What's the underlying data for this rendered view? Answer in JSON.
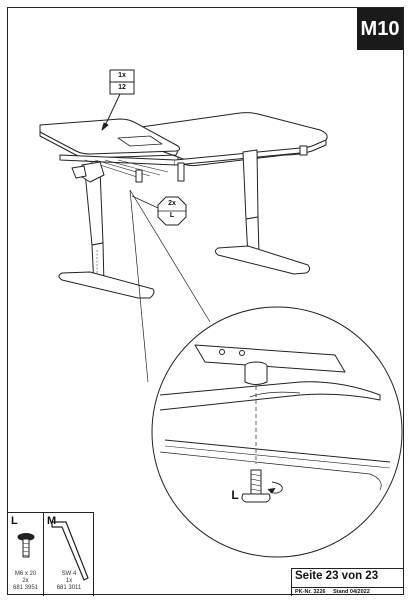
{
  "step": {
    "label": "M10"
  },
  "callouts": {
    "top_panel": {
      "quantity": "1x",
      "part_number": "12"
    },
    "screw": {
      "quantity": "2x",
      "part_letter": "L"
    },
    "detail_screw": {
      "part_letter": "L"
    }
  },
  "parts_table": {
    "items": [
      {
        "letter": "L",
        "size": "M6 x 20",
        "quantity": "2x",
        "article": "681 3951",
        "icon": "screw-icon"
      },
      {
        "letter": "M",
        "size": "SW 4",
        "quantity": "1x",
        "article": "681 3011",
        "icon": "allen-key-icon"
      }
    ]
  },
  "footer": {
    "page_text": "Seite 23 von 23",
    "article_number": "PK-Nr. 3226",
    "date": "Stand 04/2022"
  }
}
